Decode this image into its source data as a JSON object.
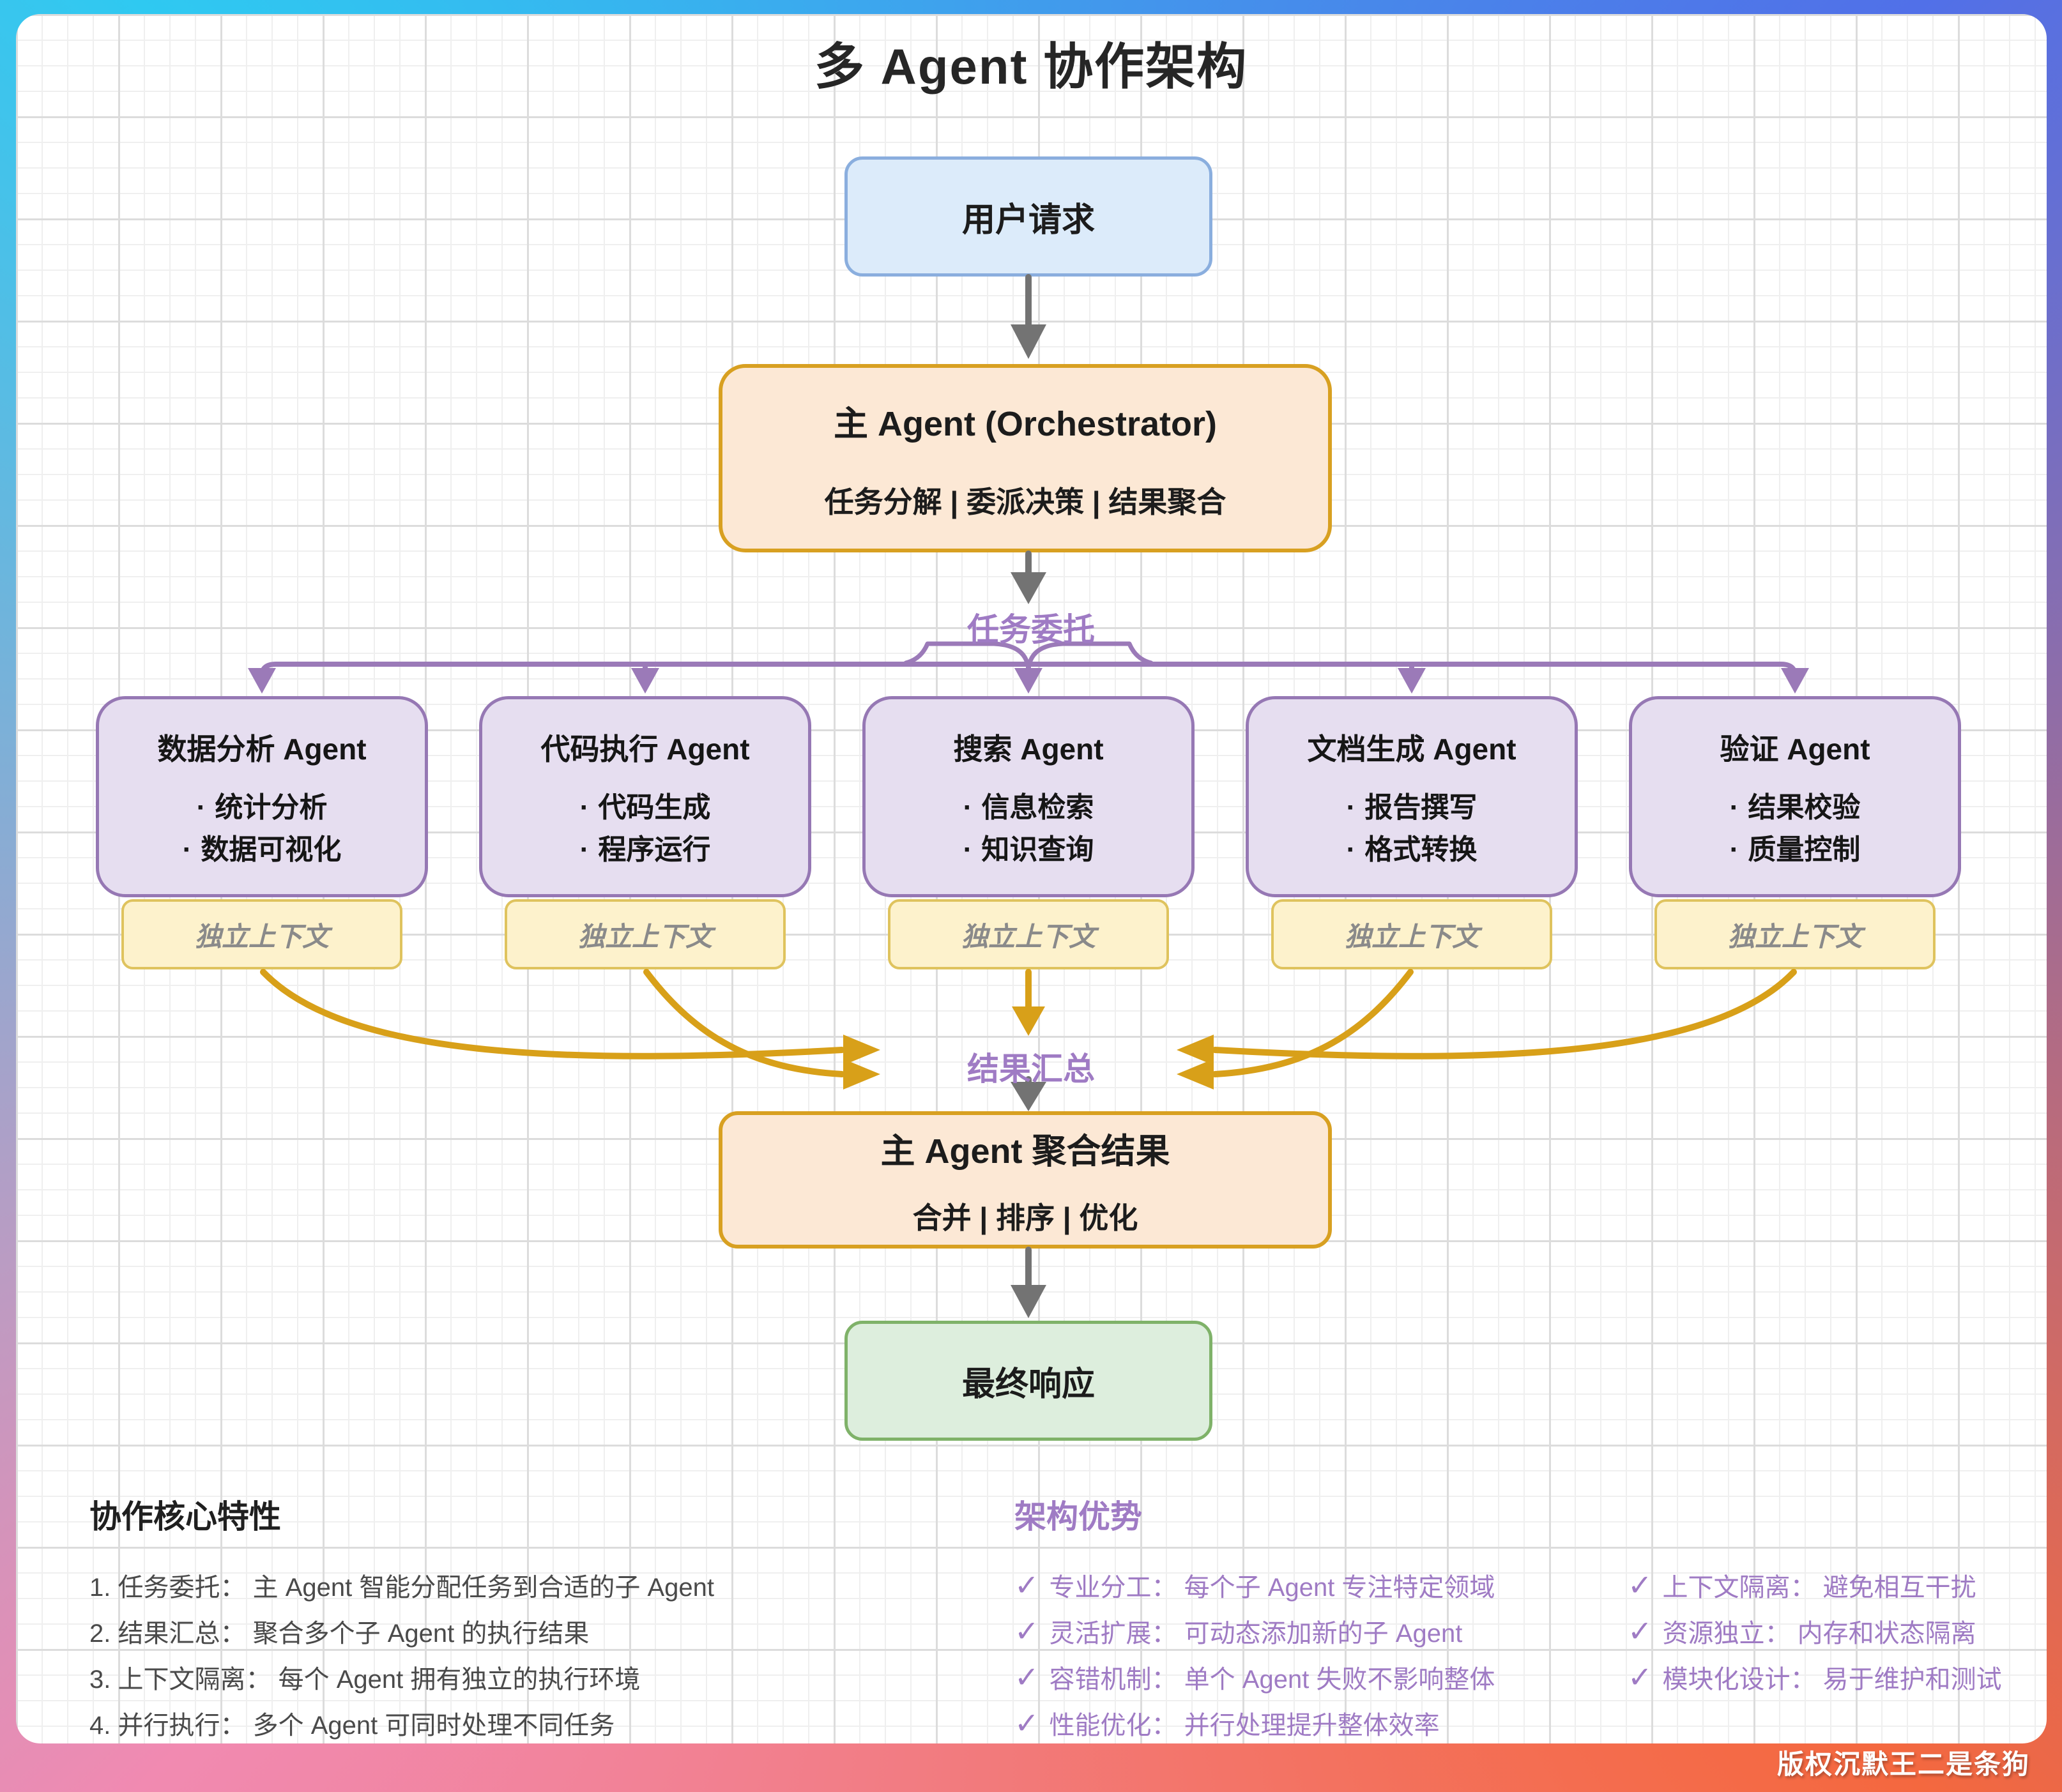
{
  "title": "多 Agent 协作架构",
  "flow": {
    "user_request": "用户请求",
    "orchestrator": {
      "title": "主 Agent (Orchestrator)",
      "subtitle": "任务分解 | 委派决策 | 结果聚合"
    },
    "delegation_label": "任务委托",
    "agents": [
      {
        "title": "数据分析 Agent",
        "bullets": [
          "统计分析",
          "数据可视化"
        ],
        "tag": "独立上下文"
      },
      {
        "title": "代码执行 Agent",
        "bullets": [
          "代码生成",
          "程序运行"
        ],
        "tag": "独立上下文"
      },
      {
        "title": "搜索 Agent",
        "bullets": [
          "信息检索",
          "知识查询"
        ],
        "tag": "独立上下文"
      },
      {
        "title": "文档生成 Agent",
        "bullets": [
          "报告撰写",
          "格式转换"
        ],
        "tag": "独立上下文"
      },
      {
        "title": "验证 Agent",
        "bullets": [
          "结果校验",
          "质量控制"
        ],
        "tag": "独立上下文"
      }
    ],
    "summary_label": "结果汇总",
    "aggregator": {
      "title": "主 Agent 聚合结果",
      "subtitle": "合并 | 排序 | 优化"
    },
    "final_response": "最终响应"
  },
  "features": {
    "heading": "协作核心特性",
    "items": [
      "1. 任务委托： 主 Agent 智能分配任务到合适的子 Agent",
      "2. 结果汇总： 聚合多个子 Agent 的执行结果",
      "3. 上下文隔离： 每个 Agent 拥有独立的执行环境",
      "4. 并行执行： 多个 Agent 可同时处理不同任务"
    ]
  },
  "advantages": {
    "heading": "架构优势",
    "col1": [
      "专业分工： 每个子 Agent 专注特定领域",
      "灵活扩展： 可动态添加新的子 Agent",
      "容错机制： 单个 Agent 失败不影响整体",
      "性能优化： 并行处理提升整体效率"
    ],
    "col2": [
      "上下文隔离： 避免相互干扰",
      "资源独立： 内存和状态隔离",
      "模块化设计： 易于维护和测试"
    ]
  },
  "watermark": "版权沉默王二是条狗",
  "icons": {
    "check": "✓",
    "bullet": "·"
  },
  "colors": {
    "frame_top_left": "#2fc9f1",
    "frame_top_right": "#5170e8",
    "frame_bottom_left": "#f18ab1",
    "frame_bottom_right": "#f4683f",
    "user_fill": "#dcebfa",
    "user_border": "#8aaede",
    "orchestrator_fill": "#fce8d5",
    "orchestrator_border": "#d8a021",
    "agent_fill": "#e6def0",
    "agent_border": "#9678b4",
    "tag_fill": "#fdf2cc",
    "tag_border": "#dfc35e",
    "final_fill": "#ddeedd",
    "final_border": "#7fb269",
    "purple_text": "#9f7bc4",
    "purple_line": "#9b7ab8",
    "gold_arrow": "#d8a019",
    "gray_arrow": "#737373"
  }
}
